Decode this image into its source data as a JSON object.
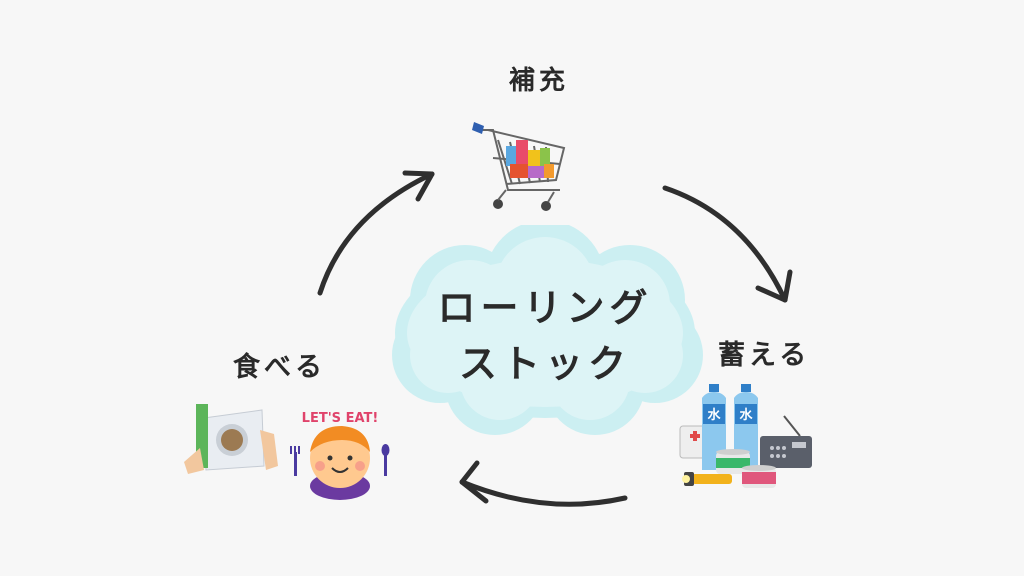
{
  "diagram": {
    "center": {
      "line1": "ローリング",
      "line2": "ストック"
    },
    "steps": {
      "replenish": "補充",
      "stockpile": "蓄える",
      "eat": "食べる"
    },
    "illustration_text": {
      "lets_eat": "LET'S EAT!",
      "water": "水"
    },
    "colors": {
      "background": "#f7f7f7",
      "cloud_fill": "#ddf4f6",
      "cloud_outer": "#cceff2",
      "text": "#2a2a2a",
      "arrow": "#2f2f2f"
    }
  }
}
